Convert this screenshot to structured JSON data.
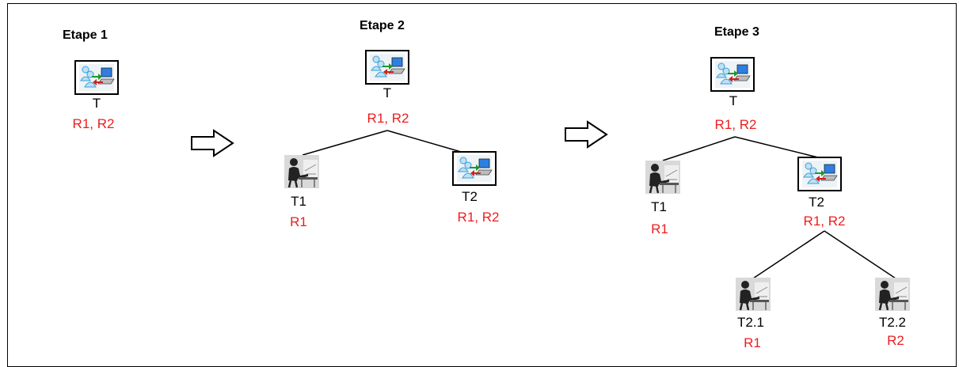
{
  "colors": {
    "resource": "#ee1c1c",
    "line": "#000000"
  },
  "stages": [
    {
      "title": "Etape 1"
    },
    {
      "title": "Etape 2"
    },
    {
      "title": "Etape 3"
    }
  ],
  "stage1": {
    "root": {
      "label": "T",
      "resources": "R1, R2",
      "icon": "interactive-task-icon"
    }
  },
  "stage2": {
    "root": {
      "label": "T",
      "resources": "R1, R2",
      "icon": "interactive-task-icon"
    },
    "children": [
      {
        "label": "T1",
        "resources": "R1",
        "icon": "user-task-icon"
      },
      {
        "label": "T2",
        "resources": "R1, R2",
        "icon": "interactive-task-icon"
      }
    ]
  },
  "stage3": {
    "root": {
      "label": "T",
      "resources": "R1, R2",
      "icon": "interactive-task-icon"
    },
    "children": [
      {
        "label": "T1",
        "resources": "R1",
        "icon": "user-task-icon"
      },
      {
        "label": "T2",
        "resources": "R1, R2",
        "icon": "interactive-task-icon"
      }
    ],
    "grandchildren": [
      {
        "label": "T2.1",
        "resources": "R1",
        "icon": "user-task-icon"
      },
      {
        "label": "T2.2",
        "resources": "R2",
        "icon": "user-task-icon"
      }
    ]
  },
  "arrows": [
    "right-arrow-icon",
    "right-arrow-icon"
  ]
}
